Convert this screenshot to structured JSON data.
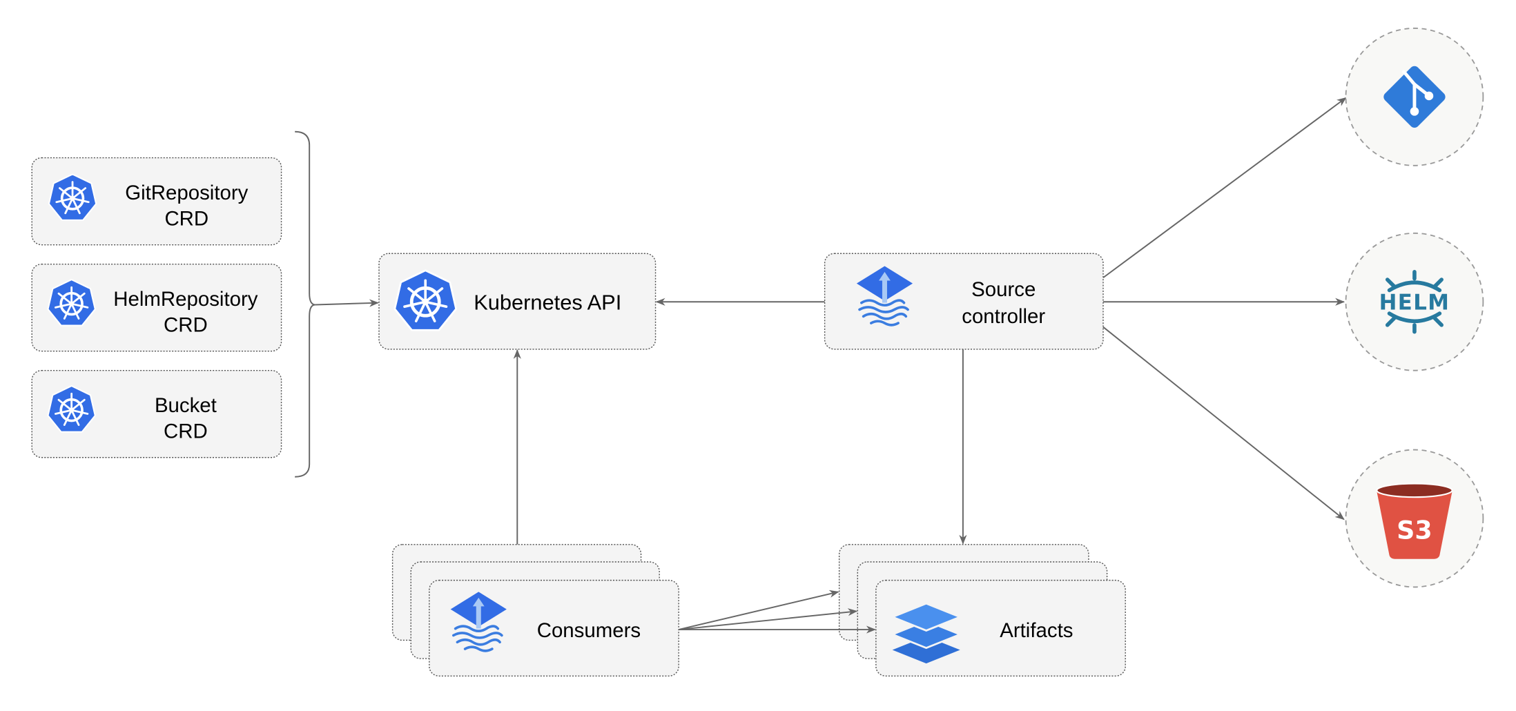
{
  "crds": [
    {
      "line1": "GitRepository",
      "line2": "CRD"
    },
    {
      "line1": "HelmRepository",
      "line2": "CRD"
    },
    {
      "line1": "Bucket",
      "line2": "CRD"
    }
  ],
  "kubernetes_api": {
    "label": "Kubernetes API",
    "icon": "kubernetes-icon"
  },
  "source_controller": {
    "line1": "Source",
    "line2": "controller",
    "icon": "flux-icon"
  },
  "consumers": {
    "label": "Consumers",
    "icon": "flux-icon"
  },
  "artifacts": {
    "label": "Artifacts",
    "icon": "layers-icon"
  },
  "sources": [
    {
      "name": "git",
      "icon": "git-icon",
      "color": "#2f7bd9"
    },
    {
      "name": "helm",
      "label": "HELM",
      "icon": "helm-icon",
      "color": "#277a9f"
    },
    {
      "name": "s3",
      "label": "S3",
      "icon": "s3-bucket-icon",
      "color": "#e05243"
    }
  ],
  "colors": {
    "kubernetes": "#326ce5",
    "flux": "#3b7de0",
    "box_fill": "#f4f4f4",
    "edge": "#666666"
  }
}
